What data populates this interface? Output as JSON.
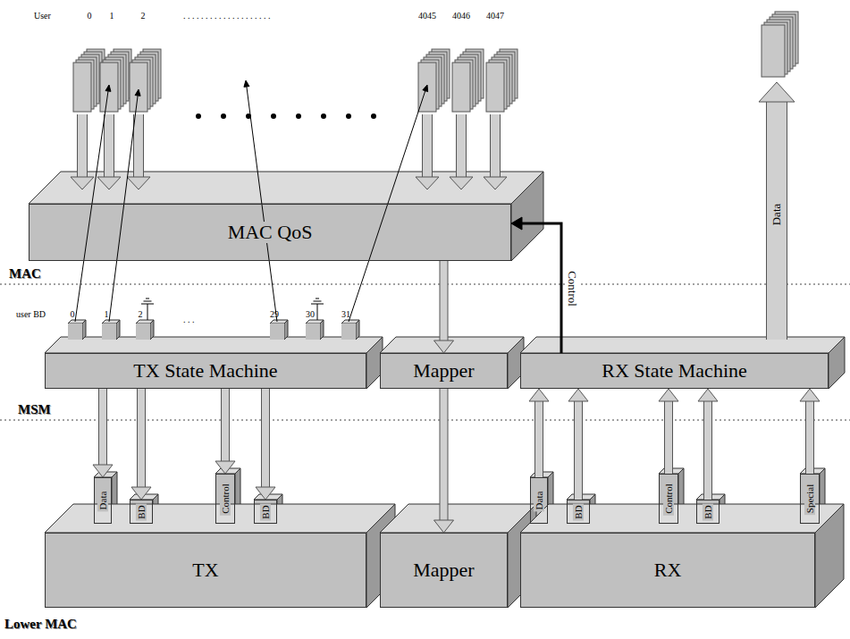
{
  "diagram": {
    "nodes": [
      {
        "text": [
          "MAC QoS"
        ]
      },
      {
        "text": [
          "TX State Machine"
        ]
      },
      {
        "text": [
          "Mapper"
        ]
      },
      {
        "text": [
          "RX State Machine"
        ]
      },
      {
        "text": [
          "Data"
        ]
      },
      {
        "text": [
          "BD"
        ]
      },
      {
        "text": [
          "Control"
        ]
      },
      {
        "text": [
          "BD"
        ]
      },
      {
        "text": [
          "Data"
        ]
      },
      {
        "text": [
          "BD"
        ]
      },
      {
        "text": [
          "Control"
        ]
      },
      {
        "text": [
          "BD"
        ]
      },
      {
        "text": [
          "Special"
        ]
      },
      {
        "text": [
          "TX"
        ]
      },
      {
        "text": [
          "Mapper"
        ]
      },
      {
        "text": [
          "RX"
        ]
      }
    ],
    "edges": [
      {
        "from": 0,
        "to": 2,
        "arrow": "to"
      },
      {
        "from": 2,
        "to": 14,
        "arrow": "to"
      },
      {
        "from": 1,
        "to": 4,
        "arrow": "to"
      },
      {
        "from": 1,
        "to": 5,
        "arrow": "to"
      },
      {
        "from": 1,
        "to": 6,
        "arrow": "to"
      },
      {
        "from": 1,
        "to": 7,
        "arrow": "to"
      },
      {
        "from": 8,
        "to": 3,
        "arrow": "to"
      },
      {
        "from": 9,
        "to": 3,
        "arrow": "to"
      },
      {
        "from": 10,
        "to": 3,
        "arrow": "to"
      },
      {
        "from": 11,
        "to": 3,
        "arrow": "to"
      },
      {
        "from": 12,
        "to": 3,
        "arrow": "to"
      },
      {
        "from": 3,
        "to": 0,
        "arrow": "to",
        "label": "Control"
      }
    ],
    "labels": [
      "User",
      "0",
      "1",
      "2",
      ". . . . . . . . . . . . . . . . . . . .",
      "4045",
      "4046",
      "4047",
      "Data",
      "MAC",
      "user BD",
      "0",
      "1",
      "2",
      ". . .",
      "29",
      "30",
      "31",
      "MSM",
      "Lower MAC"
    ]
  }
}
